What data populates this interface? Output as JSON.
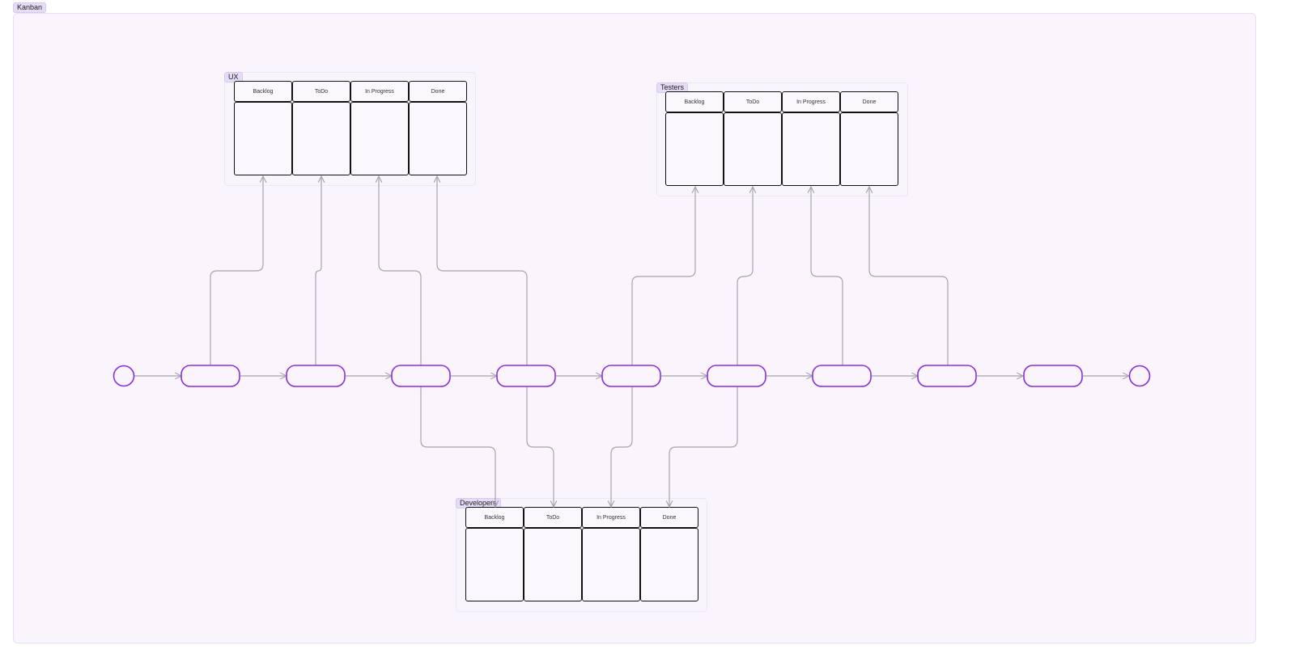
{
  "canvas": {
    "title": "Kanban",
    "background": "#faf5fd",
    "frame_border": "#e9dcf6"
  },
  "colors": {
    "state_stroke": "#8a2be2",
    "connector": "#a8a3ad",
    "board_stroke": "#111111",
    "label_bg": "#e6dcf7"
  },
  "groups": {
    "ux": {
      "label": "UX",
      "columns": [
        "Backlog",
        "ToDo",
        "In Progress",
        "Done"
      ]
    },
    "testers": {
      "label": "Testers",
      "columns": [
        "Backlog",
        "ToDo",
        "In Progress",
        "Done"
      ]
    },
    "developers": {
      "label": "Developers",
      "columns": [
        "Backlog",
        "ToDo",
        "In Progress",
        "Done"
      ]
    }
  },
  "flow": {
    "start_node": "start-circle",
    "states": [
      "s1",
      "s2",
      "s3",
      "s4",
      "s5",
      "s6",
      "s7",
      "s8",
      "s9"
    ],
    "end_node": "end-circle"
  }
}
